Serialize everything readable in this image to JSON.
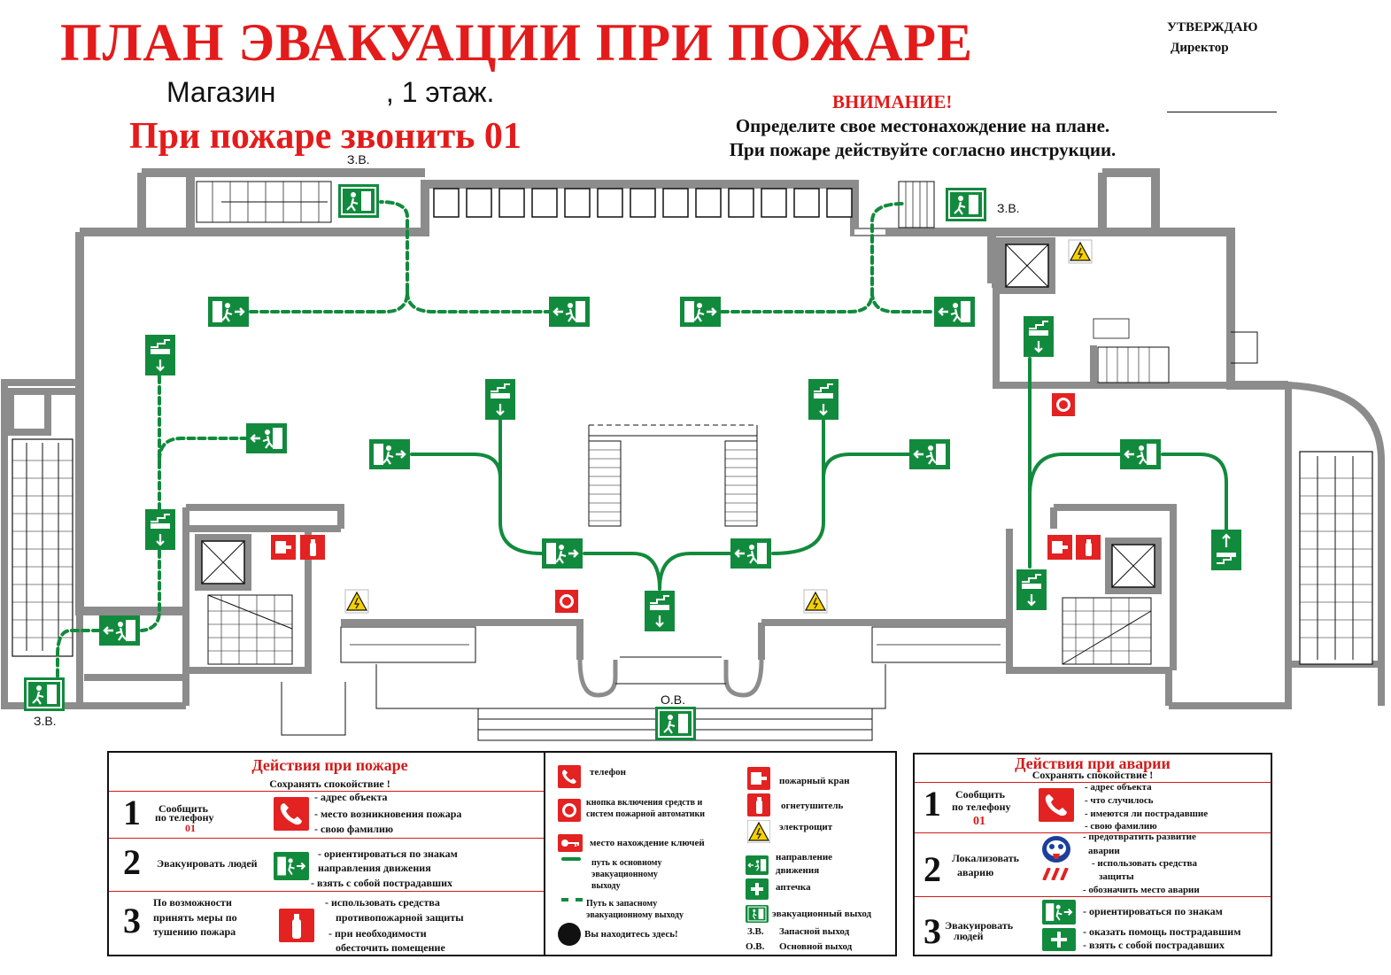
{
  "header": {
    "title": "ПЛАН ЭВАКУАЦИИ ПРИ ПОЖАРЕ",
    "store_line": "Магазин              , 1 этаж.",
    "call_line": "При пожаре звонить 01",
    "approve": "УТВЕРЖДАЮ",
    "director": "Директор",
    "attention_title": "ВНИМАНИЕ!",
    "attention_line1": "Определите свое местонахождение на плане.",
    "attention_line2": "При пожаре действуйте согласно инструкции."
  },
  "plan_labels": {
    "exit_top_left": "З.В.",
    "exit_top_right": "З.В.",
    "exit_bottom_left": "З.В.",
    "exit_main": "О.В."
  },
  "fire_actions": {
    "title": "Действия при пожаре",
    "subtitle": "Сохранять спокойствие !",
    "step1_num": "1",
    "step1_label_a": "Сообщить",
    "step1_label_b": "по телефону",
    "step1_phone": "01",
    "step1_items": [
      "- адрес объекта",
      "- место возникновения пожара",
      "- свою фамилию"
    ],
    "step2_num": "2",
    "step2_label": "Эвакуировать людей",
    "step2_items": [
      "- ориентироваться по знакам",
      "направления движения",
      "- взять с собой пострадавших"
    ],
    "step3_num": "3",
    "step3_label_a": "По возможности",
    "step3_label_b": "принять меры по",
    "step3_label_c": "тушению пожара",
    "step3_items": [
      "- использовать средства",
      "противопожарной защиты",
      "- при необходимости",
      "обесточить помещение"
    ]
  },
  "legend": {
    "phone": "телефон",
    "button_a": "кнопка включения средств и",
    "button_b": "систем пожарной автоматики",
    "keys": "место нахождение ключей",
    "main_path_a": "путь к основному",
    "main_path_b": "эвакуационному",
    "main_path_c": "выходу",
    "spare_path_a": "Путь к запасному",
    "spare_path_b": "эвакуационному выходу",
    "you_are_here": "Вы находитесь здесь!",
    "hydrant": "пожарный кран",
    "extinguisher": "огнетушитель",
    "panel": "электрощит",
    "direction_a": "направление",
    "direction_b": "движения",
    "first_aid": "аптечка",
    "evac_exit": "эвакуационный выход",
    "zv_abbr": "З.В.",
    "zv_text": "Запасной выход",
    "ov_abbr": "О.В.",
    "ov_text": "Основной выход"
  },
  "accident_actions": {
    "title": "Действия при аварии",
    "subtitle": "Сохранять спокойствие !",
    "step1_num": "1",
    "step1_label_a": "Сообщить",
    "step1_label_b": "по телефону",
    "step1_phone": "01",
    "step1_items": [
      "- адрес объекта",
      "- что случилось",
      "- имеются ли пострадавшие",
      "- свою фамилию"
    ],
    "step2_num": "2",
    "step2_label_a": "Локализовать",
    "step2_label_b": "аварию",
    "step2_items": [
      "- предотвратить развитие",
      "аварии",
      "- использовать средства",
      "защиты",
      "- обозначить место аварии"
    ],
    "step3_num": "3",
    "step3_label_a": "Эвакуировать",
    "step3_label_b": "людей",
    "step3_items": [
      "- ориентироваться по знакам",
      "- оказать помощь пострадавшим",
      "- взять с собой пострадавших"
    ]
  },
  "colors": {
    "red": "#e41b1b",
    "green": "#128a3d",
    "wall": "#8c8c8c"
  }
}
